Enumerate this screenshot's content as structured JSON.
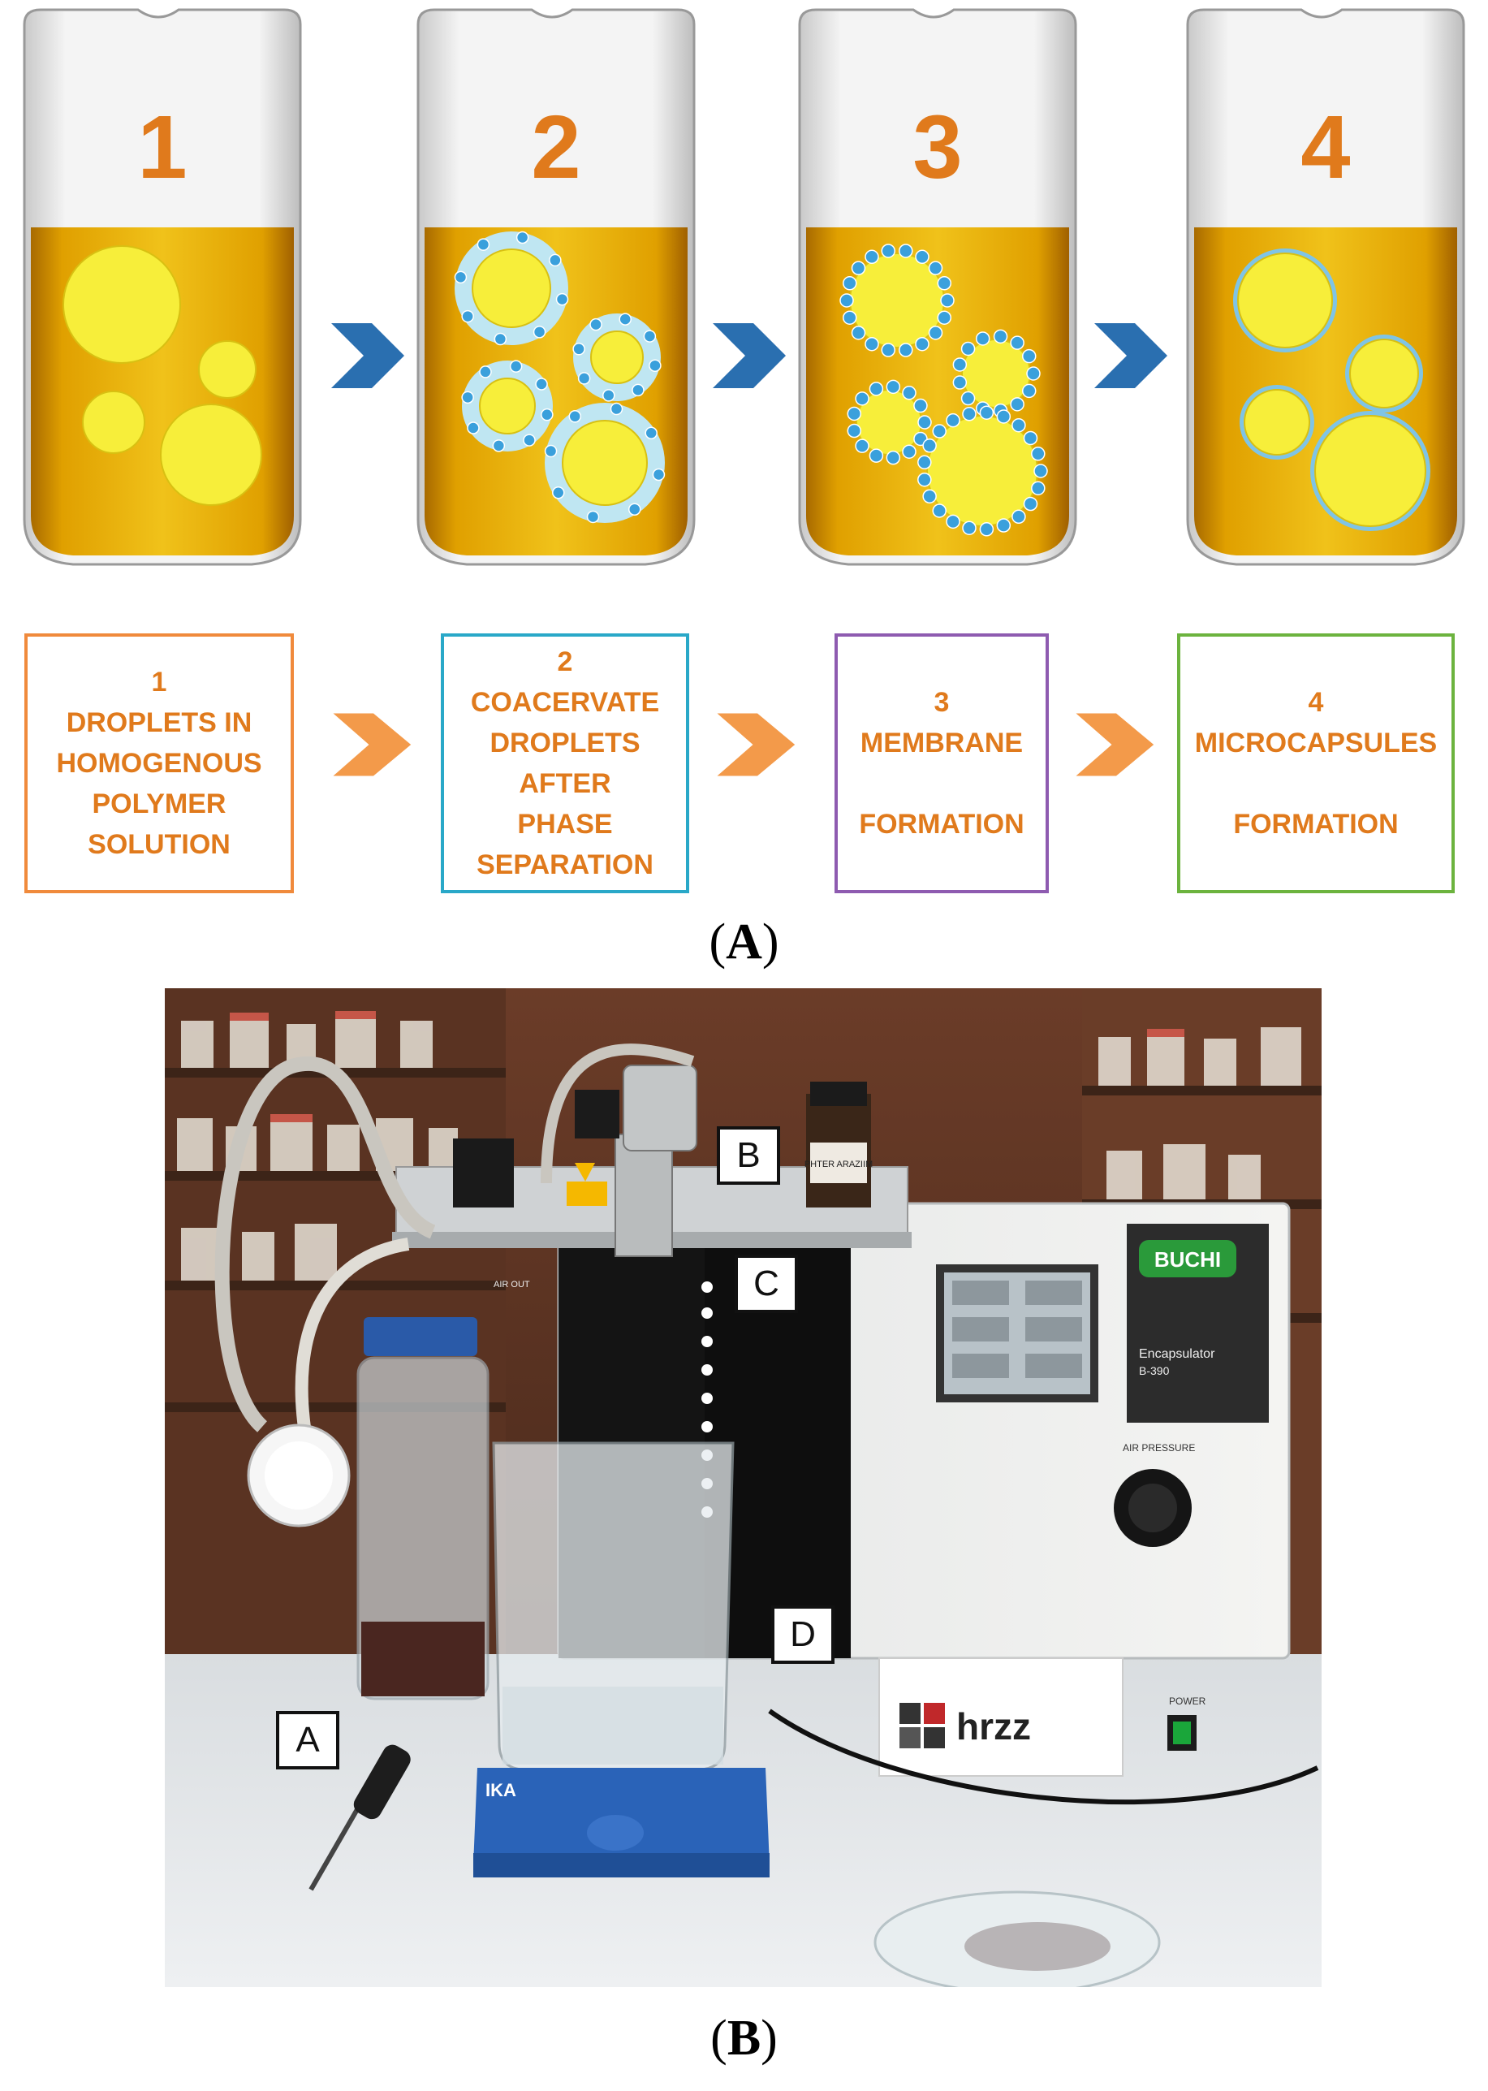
{
  "panel_a": {
    "beakers": [
      {
        "number": "1"
      },
      {
        "number": "2"
      },
      {
        "number": "3"
      },
      {
        "number": "4"
      }
    ],
    "stages": [
      {
        "number": "1",
        "lines": [
          "DROPLETS IN",
          "HOMOGENOUS",
          "POLYMER",
          "SOLUTION"
        ],
        "border_color": "#f08a3c"
      },
      {
        "number": "2",
        "lines": [
          "COACERVATE",
          "DROPLETS",
          "AFTER",
          "PHASE",
          "SEPARATION"
        ],
        "border_color": "#29a8c8"
      },
      {
        "number": "3",
        "lines": [
          "MEMBRANE",
          "",
          "FORMATION"
        ],
        "border_color": "#8e5bb0"
      },
      {
        "number": "4",
        "lines": [
          "MICROCAPSULES",
          "",
          "FORMATION"
        ],
        "border_color": "#6cb33e"
      }
    ],
    "label_open": "(",
    "label_letter": "A",
    "label_close": ")"
  },
  "panel_b": {
    "callouts": [
      {
        "text": "A"
      },
      {
        "text": "B"
      },
      {
        "text": "C"
      },
      {
        "text": "D"
      }
    ],
    "device_brand": "BUCHI",
    "device_model_line1": "Encapsulator",
    "device_model_line2": "B-390",
    "air_pressure_label": "AIR PRESSURE",
    "air_out_label": "AIR OUT",
    "power_label": "POWER",
    "stirrer_brand": "IKA",
    "sponsor_logo": "hrzz",
    "bottle_label": "PHTER ARAZIIM",
    "label_open": "(",
    "label_letter": "B",
    "label_close": ")"
  },
  "colors": {
    "orange_text": "#e07a1c",
    "arrow_blue": "#2a6fb0",
    "arrow_orange": "#f39a4a",
    "liquid": "#e8a800",
    "droplet": "#f7ee3a",
    "bead": "#3aa0dc"
  }
}
